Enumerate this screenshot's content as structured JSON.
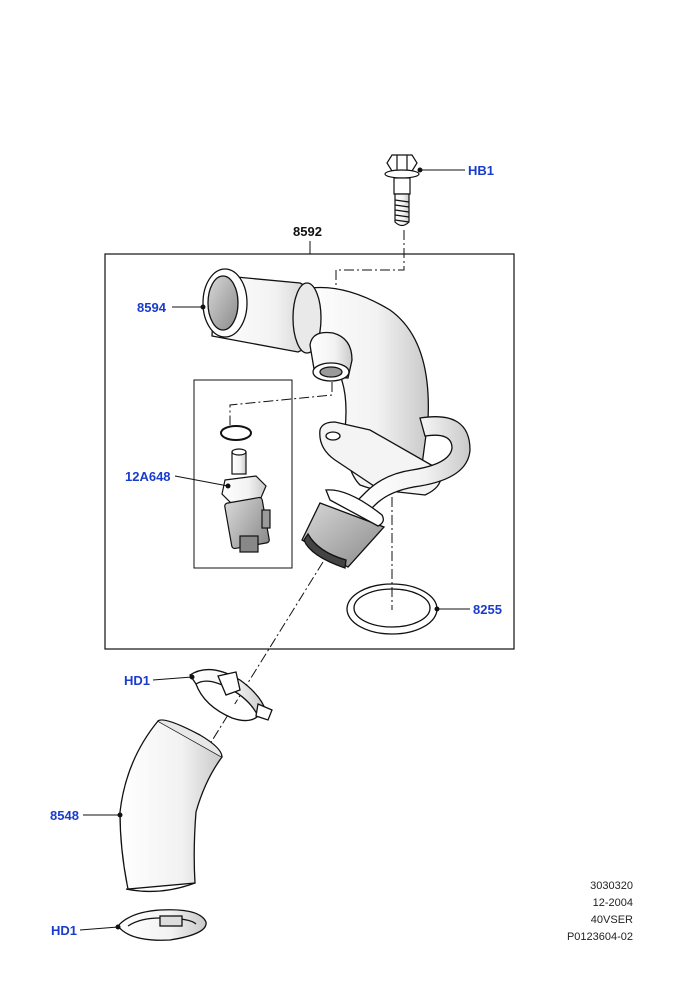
{
  "callouts": {
    "hb1": "HB1",
    "assembly": "8592",
    "housing": "8594",
    "sensor": "12A648",
    "seal": "8255",
    "clip_upper": "HD1",
    "hose": "8548",
    "clip_lower": "HD1"
  },
  "footer": {
    "line1": "3030320",
    "line2": "12-2004",
    "line3": "40VSER",
    "line4": "P0123604-02"
  },
  "colors": {
    "callout_text": "#1a3ccc",
    "line_art": "#111111"
  }
}
